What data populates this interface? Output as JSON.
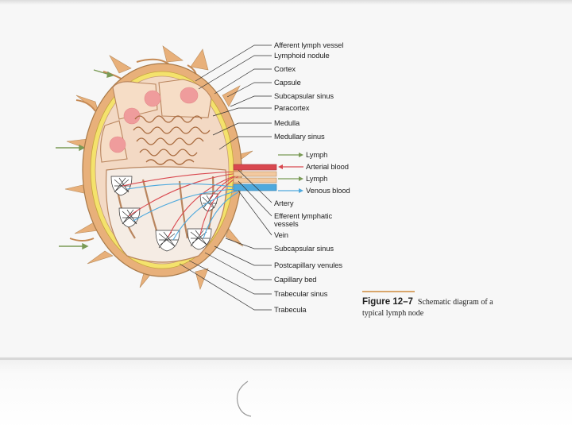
{
  "figure": {
    "number": "Figure 12–7",
    "caption": "Schematic diagram of a typical lymph node"
  },
  "labels": {
    "afferent_lymph_vessel": "Afferent lymph vessel",
    "lymphoid_nodule": "Lymphoid nodule",
    "cortex": "Cortex",
    "capsule": "Capsule",
    "subcapsular_sinus_top": "Subcapsular sinus",
    "paracortex": "Paracortex",
    "medulla": "Medulla",
    "medullary_sinus": "Medullary sinus",
    "legend_lymph_out": "Lymph",
    "legend_arterial_blood": "Arterial blood",
    "legend_lymph_in": "Lymph",
    "legend_venous_blood": "Venous blood",
    "artery": "Artery",
    "efferent_lymphatic_vessels": "Efferent lymphatic vessels",
    "vein": "Vein",
    "subcapsular_sinus_bottom": "Subcapsular sinus",
    "postcapillary_venules": "Postcapillary venules",
    "capillary_bed": "Capillary bed",
    "trabecular_sinus": "Trabecular sinus",
    "trabecula": "Trabecula"
  },
  "colors": {
    "capsule": "#e8b07a",
    "subcapsular_sinus": "#f4e26c",
    "cortex": "#f3d9c4",
    "nodule": "#ef9c9c",
    "medulla": "#e2a278",
    "arterial": "#d9484f",
    "venous": "#4fa9dd",
    "lymph_arrow": "#7a9a55",
    "caption_rule": "#d9a66b"
  }
}
